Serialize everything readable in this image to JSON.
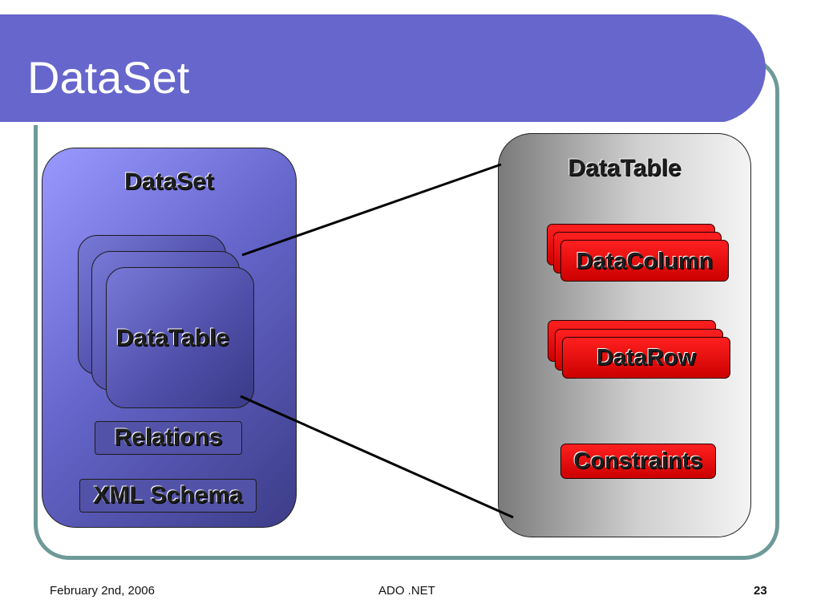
{
  "slide": {
    "title": "DataSet",
    "colors": {
      "title_band": "#6666cc",
      "frame_border": "#6e9a98",
      "accent_red": "#dd0000"
    }
  },
  "diagram": {
    "dataset_panel": {
      "title": "DataSet",
      "table_label": "DataTable",
      "relations_label": "Relations",
      "schema_label": "XML Schema"
    },
    "datatable_panel": {
      "title": "DataTable",
      "column_label": "DataColumn",
      "row_label": "DataRow",
      "constraints_label": "Constraints"
    }
  },
  "footer": {
    "date": "February 2nd, 2006",
    "center": "ADO .NET",
    "page_number": "23"
  }
}
